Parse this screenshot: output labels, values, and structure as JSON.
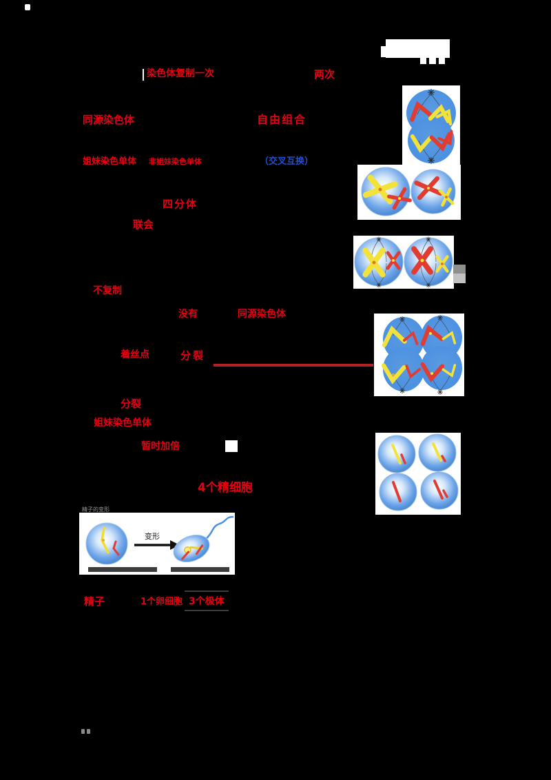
{
  "notes": {
    "row1": [
      "染色体复制一次",
      "两次"
    ],
    "row2": [
      "同源染色体",
      "自由组合"
    ],
    "row3": [
      "姐妹染色单体",
      "非姐妹染色单体"
    ],
    "row3_note": "（交叉互换）",
    "row4": "四分体",
    "row5": "联会",
    "row6": "不复制",
    "row7": [
      "没有",
      "同源染色体"
    ],
    "row8": [
      "着丝点",
      "分裂"
    ],
    "row9": "分裂",
    "row10": "姐妹染色单体",
    "row11": "暂时加倍",
    "row12": "4个精细胞"
  },
  "figure": {
    "caption": "精子的变形",
    "arrow_label": "变形"
  },
  "results": {
    "sperm": "精子",
    "egg": "1个卵细胞",
    "polar_body": "3个极体"
  },
  "colors": {
    "background": "#000000",
    "answer_red": "#e60012",
    "note_blue": "#2351cd",
    "connector_line": "#b22222",
    "cell_fill": "#4a90e2",
    "chromosome_yellow": "#f2e23a",
    "chromosome_red": "#e03c31"
  }
}
